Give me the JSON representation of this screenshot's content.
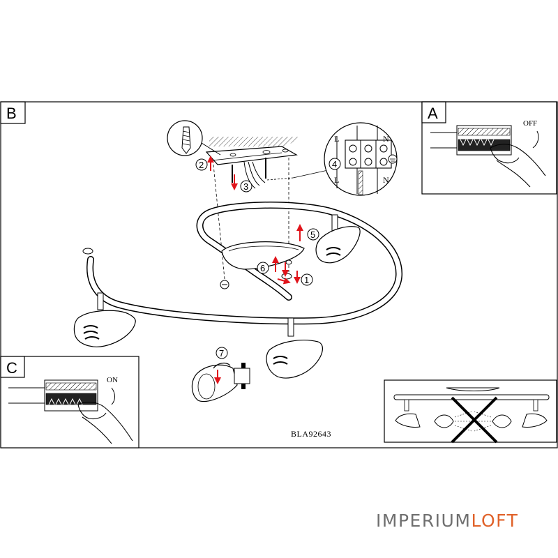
{
  "panels": {
    "main": {
      "letter": "B"
    },
    "off_panel": {
      "letter": "A",
      "switch_label": "OFF"
    },
    "on_panel": {
      "letter": "C",
      "switch_label": "ON"
    }
  },
  "wiring": {
    "top_labels": [
      "L",
      "N"
    ],
    "bottom_labels": [
      "L",
      "N"
    ]
  },
  "steps": [
    "1",
    "2",
    "3",
    "4",
    "5",
    "6",
    "7"
  ],
  "model_code": "BLA92643",
  "watermark": {
    "part1": "IMPERIUM",
    "part2": "LOFT"
  },
  "colors": {
    "arrow": "#e0141b",
    "watermark_gray": "#6f6f6f",
    "watermark_orange": "#e0622a"
  }
}
